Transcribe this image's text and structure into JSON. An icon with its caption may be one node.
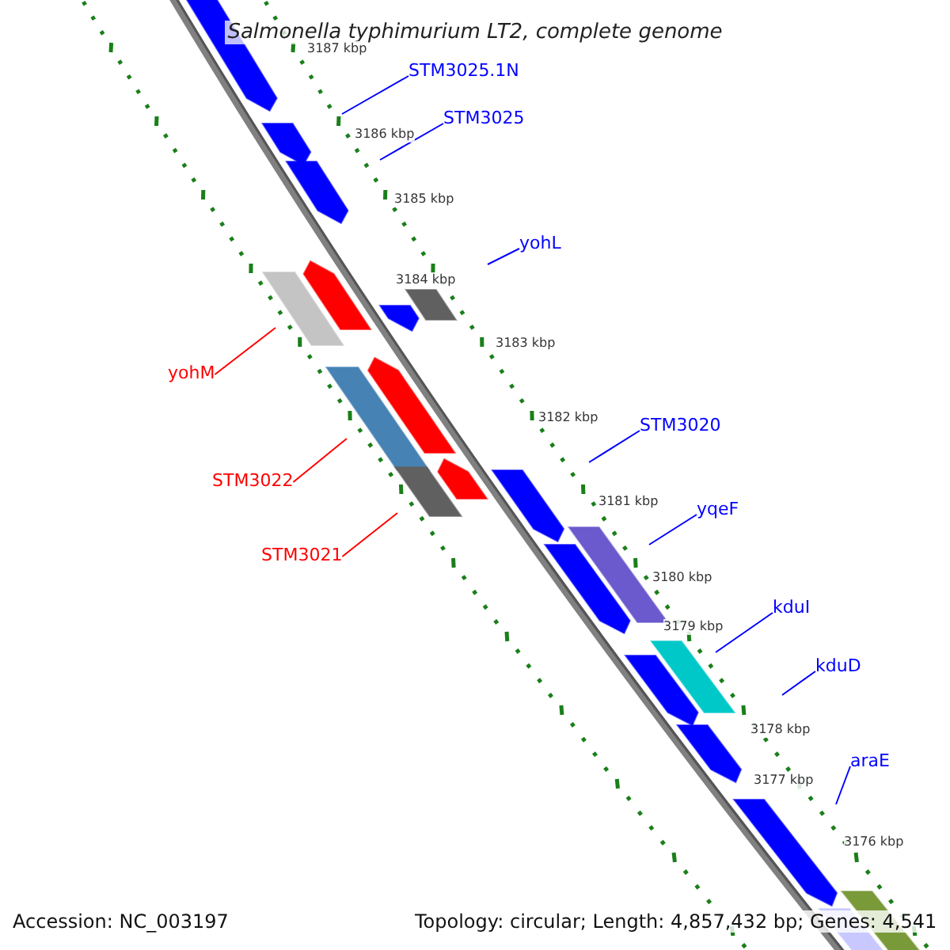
{
  "diagram": {
    "title": "Salmonella typhimurium LT2, complete genome",
    "nodes": [
      {
        "text": [
          "STM3025.1N"
        ]
      },
      {
        "text": [
          "STM3025"
        ]
      },
      {
        "text": [
          "yohL"
        ]
      },
      {
        "text": [
          "yohM"
        ]
      },
      {
        "text": [
          "STM3020"
        ]
      },
      {
        "text": [
          "STM3022"
        ]
      },
      {
        "text": [
          "yqeF"
        ]
      },
      {
        "text": [
          "STM3021"
        ]
      },
      {
        "text": [
          "kduI"
        ]
      },
      {
        "text": [
          "kduD"
        ]
      },
      {
        "text": [
          "araE"
        ]
      }
    ],
    "edges": [
      {
        "from": 0,
        "to": null,
        "arrow": "none"
      },
      {
        "from": 1,
        "to": null,
        "arrow": "none"
      },
      {
        "from": 2,
        "to": null,
        "arrow": "none"
      },
      {
        "from": 3,
        "to": null,
        "arrow": "none",
        "color": "#ff0000"
      },
      {
        "from": 4,
        "to": null,
        "arrow": "none"
      },
      {
        "from": 5,
        "to": null,
        "arrow": "none",
        "color": "#ff0000"
      },
      {
        "from": 6,
        "to": null,
        "arrow": "none"
      },
      {
        "from": 7,
        "to": null,
        "arrow": "none",
        "color": "#ff0000"
      },
      {
        "from": 8,
        "to": null,
        "arrow": "none"
      },
      {
        "from": 9,
        "to": null,
        "arrow": "none"
      },
      {
        "from": 10,
        "to": null,
        "arrow": "none"
      }
    ],
    "labels": [
      "3187 kbp",
      "3186 kbp",
      "3185 kbp",
      "3184 kbp",
      "3183 kbp",
      "3182 kbp",
      "3181 kbp",
      "3180 kbp",
      "3179 kbp",
      "3178 kbp",
      "3177 kbp",
      "3176 kbp",
      "Accession: NC_003197",
      "Topology: circular; Length: 4,857,432 bp; Genes: 4,541"
    ]
  }
}
